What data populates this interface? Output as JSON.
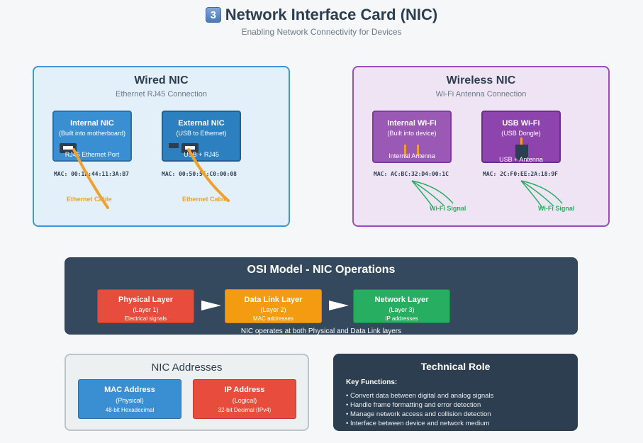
{
  "header": {
    "badge": "3",
    "title": "Network Interface Card (NIC)",
    "subtitle": "Enabling Network Connectivity for Devices"
  },
  "wired": {
    "title": "Wired NIC",
    "subtitle": "Ethernet RJ45 Connection",
    "internal": {
      "title": "Internal NIC",
      "sub": "(Built into motherboard)",
      "port": "RJ45 Ethernet Port",
      "mac": "MAC: 00:1B:44:11:3A:B7",
      "cable": "Ethernet Cable"
    },
    "external": {
      "title": "External NIC",
      "sub": "(USB to Ethernet)",
      "port": "USB + RJ45",
      "mac": "MAC: 00:50:56:C0:00:08",
      "cable": "Ethernet Cable"
    }
  },
  "wireless": {
    "title": "Wireless NIC",
    "subtitle": "Wi-Fi Antenna Connection",
    "internal": {
      "title": "Internal Wi-Fi",
      "sub": "(Built into device)",
      "port": "Internal Antenna",
      "mac": "MAC: AC:BC:32:D4:00:1C",
      "signal": "Wi-Fi Signal"
    },
    "usb": {
      "title": "USB Wi-Fi",
      "sub": "(USB Dongle)",
      "port": "USB + Antenna",
      "mac": "MAC: 2C:F0:EE:2A:18:9F",
      "signal": "Wi-Fi Signal"
    }
  },
  "osi": {
    "title": "OSI Model - NIC Operations",
    "layers": [
      {
        "title": "Physical Layer",
        "sub": "(Layer 1)",
        "desc": "Electrical signals"
      },
      {
        "title": "Data Link Layer",
        "sub": "(Layer 2)",
        "desc": "MAC addresses"
      },
      {
        "title": "Network Layer",
        "sub": "(Layer 3)",
        "desc": "IP addresses"
      }
    ],
    "note": "NIC operates at both Physical and Data Link layers"
  },
  "addresses": {
    "title": "NIC Addresses",
    "mac": {
      "title": "MAC Address",
      "sub": "(Physical)",
      "desc": "48-bit Hexadecimal"
    },
    "ip": {
      "title": "IP Address",
      "sub": "(Logical)",
      "desc": "32-bit Decimal (IPv4)"
    }
  },
  "technical": {
    "title": "Technical Role",
    "key_functions": "Key Functions:",
    "items": [
      "• Convert data between digital and analog signals",
      "• Handle frame formatting and error detection",
      "• Manage network access and collision detection",
      "• Interface between device and network medium"
    ]
  },
  "colors": {
    "wired": "#3a8fd3",
    "wireless": "#9b59b6",
    "cable": "#f0a030",
    "signal": "#27ae60",
    "physical": "#e74c3c",
    "datalink": "#f39c12",
    "network": "#27ae60"
  }
}
